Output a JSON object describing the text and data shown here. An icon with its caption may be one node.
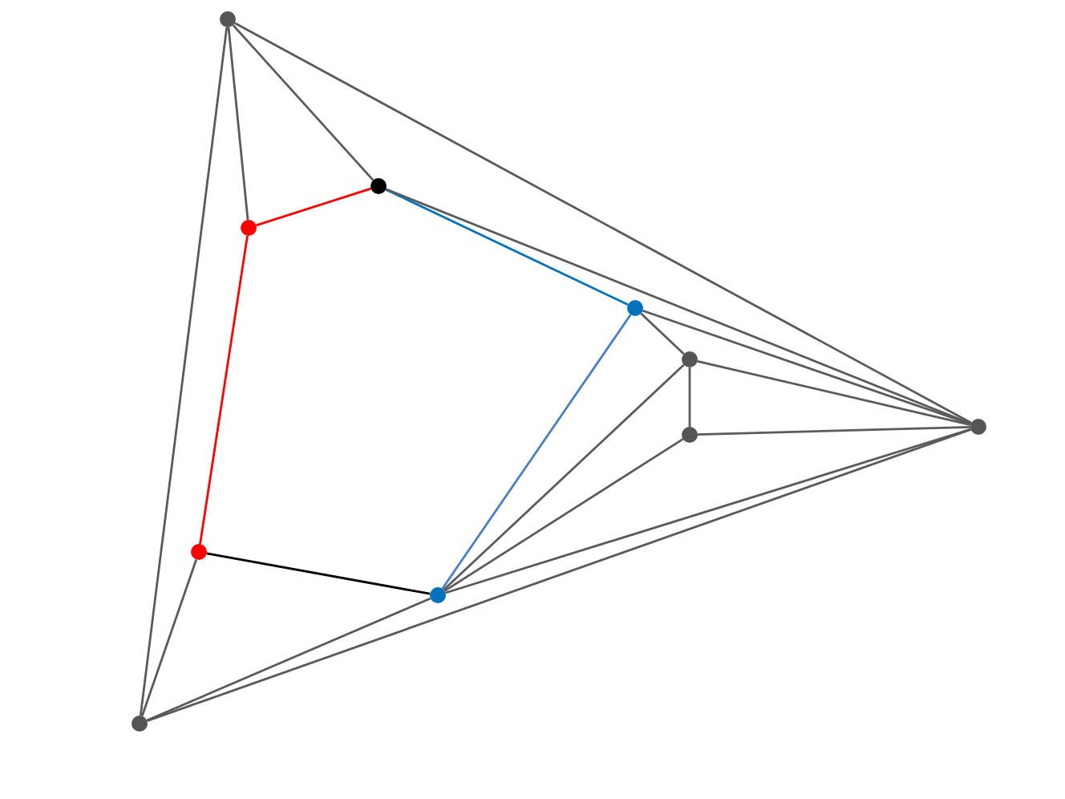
{
  "diagram": {
    "nodes": [
      {
        "text": [],
        "shape": "circle"
      },
      {
        "text": [],
        "shape": "circle"
      },
      {
        "text": [],
        "shape": "circle"
      },
      {
        "text": [],
        "shape": "circle"
      },
      {
        "text": [],
        "shape": "circle"
      },
      {
        "text": [],
        "shape": "circle"
      },
      {
        "text": [],
        "shape": "circle"
      },
      {
        "text": [],
        "shape": "circle"
      },
      {
        "text": [],
        "shape": "circle"
      },
      {
        "text": [],
        "shape": "circle"
      }
    ],
    "edges": [
      {
        "from": 0,
        "to": 9,
        "arrow": "none"
      },
      {
        "from": 0,
        "to": 2,
        "arrow": "none"
      },
      {
        "from": 0,
        "to": 1,
        "arrow": "none"
      },
      {
        "from": 0,
        "to": 5,
        "arrow": "none"
      },
      {
        "from": 2,
        "to": 1,
        "arrow": "none",
        "color": "#ff0000"
      },
      {
        "from": 2,
        "to": 7,
        "arrow": "none",
        "color": "#ff0000"
      },
      {
        "from": 1,
        "to": 3,
        "arrow": "none",
        "color": "#0072bd"
      },
      {
        "from": 1,
        "to": 5,
        "arrow": "none"
      },
      {
        "from": 3,
        "to": 4,
        "arrow": "none"
      },
      {
        "from": 3,
        "to": 5,
        "arrow": "none"
      },
      {
        "from": 3,
        "to": 8,
        "arrow": "none",
        "color": "#4a7ec2"
      },
      {
        "from": 4,
        "to": 6,
        "arrow": "none"
      },
      {
        "from": 4,
        "to": 5,
        "arrow": "none"
      },
      {
        "from": 4,
        "to": 8,
        "arrow": "none"
      },
      {
        "from": 6,
        "to": 5,
        "arrow": "none"
      },
      {
        "from": 6,
        "to": 8,
        "arrow": "none"
      },
      {
        "from": 7,
        "to": 8,
        "arrow": "none",
        "color": "#000000"
      },
      {
        "from": 7,
        "to": 9,
        "arrow": "none"
      },
      {
        "from": 9,
        "to": 8,
        "arrow": "none"
      },
      {
        "from": 9,
        "to": 5,
        "arrow": "none"
      },
      {
        "from": 8,
        "to": 5,
        "arrow": "none"
      }
    ]
  }
}
